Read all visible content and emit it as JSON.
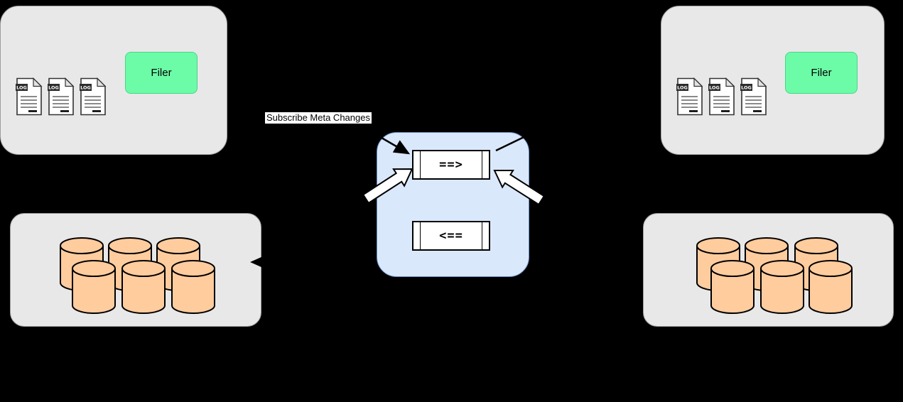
{
  "clusters": {
    "left": {
      "filer_label": "Filer"
    },
    "right": {
      "filer_label": "Filer"
    }
  },
  "labels": {
    "log": "LOG",
    "subscribe": "Subscribe Meta Changes"
  },
  "queue": {
    "forward_label": "==>",
    "backward_label": "<=="
  },
  "colors": {
    "background": "#000000",
    "panel_fill": "#e8e8e8",
    "panel_border": "#9e9e9e",
    "filer_fill": "#6cfca7",
    "queue_panel_fill": "#dae8fc",
    "queue_panel_border": "#6c8ebf",
    "queue_box_fill": "#ffffff",
    "cylinder_fill": "#ffcc9e",
    "arrow_stroke": "#000000",
    "hollow_arrow_fill": "#ffffff"
  }
}
